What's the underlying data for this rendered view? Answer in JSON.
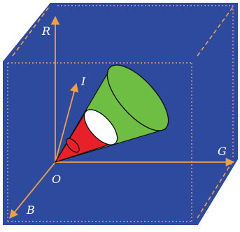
{
  "colors": {
    "background": "#2e4a9e",
    "axis": "#f0a040",
    "box_edge_dotted": "#d9a07a",
    "cone_outer": "#6fbe44",
    "cone_inner": "#e8202a",
    "cross_section": "#ffffff",
    "outline": "#111111",
    "label": "#ffffff"
  },
  "labels": {
    "r_axis": "R",
    "i_axis": "I",
    "g_axis": "G",
    "b_axis": "B",
    "origin": "O"
  },
  "icons": {
    "arrow": "arrow-head"
  }
}
